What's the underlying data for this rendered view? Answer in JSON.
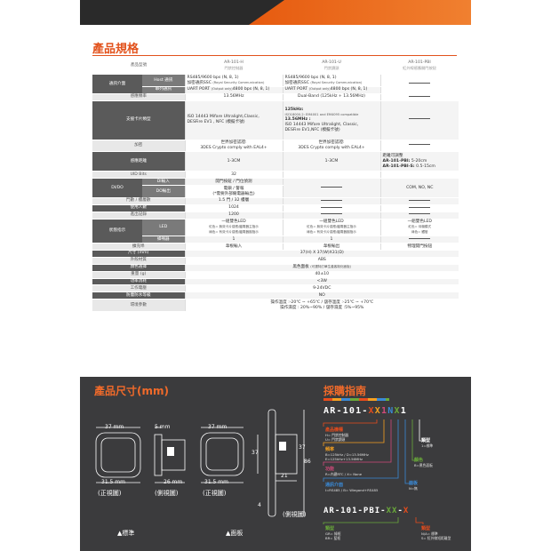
{
  "spec": {
    "title": "產品規格",
    "headers": {
      "label": "產品型號",
      "h_model": "AR-101-H",
      "h_sub": "門禁控制器",
      "u_model": "AR-101-U",
      "u_sub": "門禁讀頭",
      "p_model": "AR-101-PBI",
      "p_sub": "紅外線感應開門按鈕"
    },
    "comm": {
      "group": "通訊介面",
      "host_label": "Host 通訊",
      "serial_label": "串列通訊",
      "h_host": "RS485/9600 bps (N, 8, 1)",
      "h_host2": "加密通訊SSC",
      "h_host2_note": "(Royal Security Communication)",
      "u_host": "RS485/9600 bps (N, 8, 1)",
      "u_host2": "加密通訊SSC",
      "u_host2_note": "(Royal Security Communication)",
      "h_serial_a": "UART PORT",
      "h_serial_note": "(Output only)",
      "h_serial_b": "4800 bps (N, 8, 1)",
      "u_serial_a": "UART PORT",
      "u_serial_note": "(Output only)",
      "u_serial_b": "4800 bps (N, 8, 1)"
    },
    "freq": {
      "label": "感應頻率",
      "h": "13.56MHz",
      "u": "Dual-Band (125kHz + 13.56MHz)"
    },
    "cards": {
      "label": "支援卡片類型",
      "h1": "ISO 14443 Mifare Ultralight,Classic,",
      "h2": "DESFire EV1 , NFC (模擬卡號)",
      "u1": "125kHz:",
      "u2": "ISO18000-2: EM4001 and EM4095 compatible",
      "u3": "13.56MHz :",
      "u4": "ISO 14443 Mifare Ultralight, Classic,",
      "u5": "DESFire EV1,NFC (模擬卡號)"
    },
    "encrypt": {
      "label": "加密",
      "h1": "世界加密認證:",
      "h2": "3DES Crypto comply with EAL4+",
      "u1": "世界加密認證:",
      "u2": "3DES Crypto comply with EAL4+"
    },
    "range": {
      "label": "感應距離",
      "h": "1-3CM",
      "u": "1-3CM",
      "p1": "距離可調整",
      "p2a": "AR-101-PBI:",
      "p2b": " 5-20cm",
      "p3a": "AR-101-PBI-S:",
      "p3b": " 0.5-15cm"
    },
    "uid": {
      "label": "UID Bits",
      "h": "32"
    },
    "dido": {
      "group": "DI/DO",
      "di_label": "DI輸入",
      "do_label": "DO輸出",
      "h_di": "開門按鈕 / 門位偵測",
      "h_do1": "電鎖 / 警報",
      "h_do2": "(*需要外部繼電器輸出)",
      "p": "COM, NO, NC"
    },
    "doors": {
      "label": "門數 / 樓層數",
      "h": "1.5 門 / 32 樓層"
    },
    "users": {
      "label": "使用人數",
      "h": "1024"
    },
    "logs": {
      "label": "進出記錄",
      "h": "1200"
    },
    "status": {
      "group": "狀態指示",
      "led_label": "LED",
      "buzzer_label": "蜂鳴器",
      "h_led1": "一組雙色LED",
      "h_led2": "紅色= 無效卡片感應/繼電器主指示",
      "h_led3": "綠色= 有效卡片感應/繼電器副指示",
      "u_led1": "一組雙色LED",
      "u_led2": "紅色= 無效卡片感應/繼電器主指示",
      "u_led3": "綠色= 有效卡片感應/繼電器副指示",
      "p_led1": "一組雙色LED",
      "p_led2": "紅色= 待機模式",
      "p_led3": "綠色= 觸發",
      "h_buzzer": "1",
      "u_buzzer": "1"
    },
    "tamper": {
      "label": "擴充埠",
      "h": "韋根輸入",
      "u": "韋根輸出",
      "p": "物理開門按鈕"
    },
    "size": {
      "label": "尺寸 (mm)",
      "v": "37(H) X 37(W)X31(D)"
    },
    "case": {
      "label": "外殼材質",
      "v": "ABS"
    },
    "color": {
      "label": "顏色選擇",
      "v": "黑色面板",
      "note": "(可選特訂單生產客制化面板)"
    },
    "weight": {
      "label": "重量 (g)",
      "v": "40±10"
    },
    "power": {
      "label": "功率消耗",
      "v": "<3W"
    },
    "voltage": {
      "label": "工作電壓",
      "v": "9-24VDC"
    },
    "waterproof": {
      "label": "防塵防水等級",
      "v": "NO"
    },
    "env": {
      "label": "環境參數",
      "v1": "操作溫度 :-20℃ ~ +65℃ / 儲存溫度 :-25℃ ~ +70℃",
      "v2": "操作濕度 : 20%~90% / 儲存濕度 :5%~95%"
    }
  },
  "dims": {
    "title": "產品尺寸(mm)",
    "d37a": "37 mm",
    "d37b": "37 mm",
    "d5": "5 mm",
    "d315a": "31.5 mm",
    "d26": "26 mm",
    "d315b": "31.5 mm",
    "d37c": "37",
    "d21": "21",
    "d4": "4",
    "d37d": "37",
    "d86": "86",
    "front_a": "(正視圖)",
    "side_a": "(側視圖)",
    "front_b": "(正視圖)",
    "side_b": "(側視圖)",
    "std": "▲標準",
    "panel": "▲面板"
  },
  "order": {
    "title": "採購指南",
    "model_prefix": "AR-101-",
    "m_x1": "X",
    "m_x2": "X",
    "m_n1": "1",
    "m_n2": "N",
    "m_x3": "X",
    "m_tail": "1",
    "series_head": "產品機種",
    "series_1": "H= 門禁控制器",
    "series_2": "U= 門禁讀頭",
    "freq_head": "頻率",
    "freq_1": "B=125kHz / D=13.56MHz",
    "freq_2": "E=125kHz+13.56MHz",
    "func_head": "功能",
    "func_1": "R=內建RTC / X= None",
    "comm_head": "通訊介面",
    "comm_1": "I=RS485 / B= Wiegand+RS485",
    "type_head": "類型",
    "type_1": "1=標準",
    "color_head": "顏色",
    "color_1": "B=黑色面板",
    "gang_head": "面板",
    "gang_1": "N=無",
    "model2_prefix": "AR-101-PBI-",
    "m2_a": "XX",
    "m2_b": "X",
    "pbi_head": "類型",
    "pbi_1": "GR= 綠框",
    "pbi_2": "BR= 藍框",
    "pbi_t_head": "類型",
    "pbi_t_1": "N/A= 標準",
    "pbi_t_2": "S= 紅外線短距離型"
  }
}
